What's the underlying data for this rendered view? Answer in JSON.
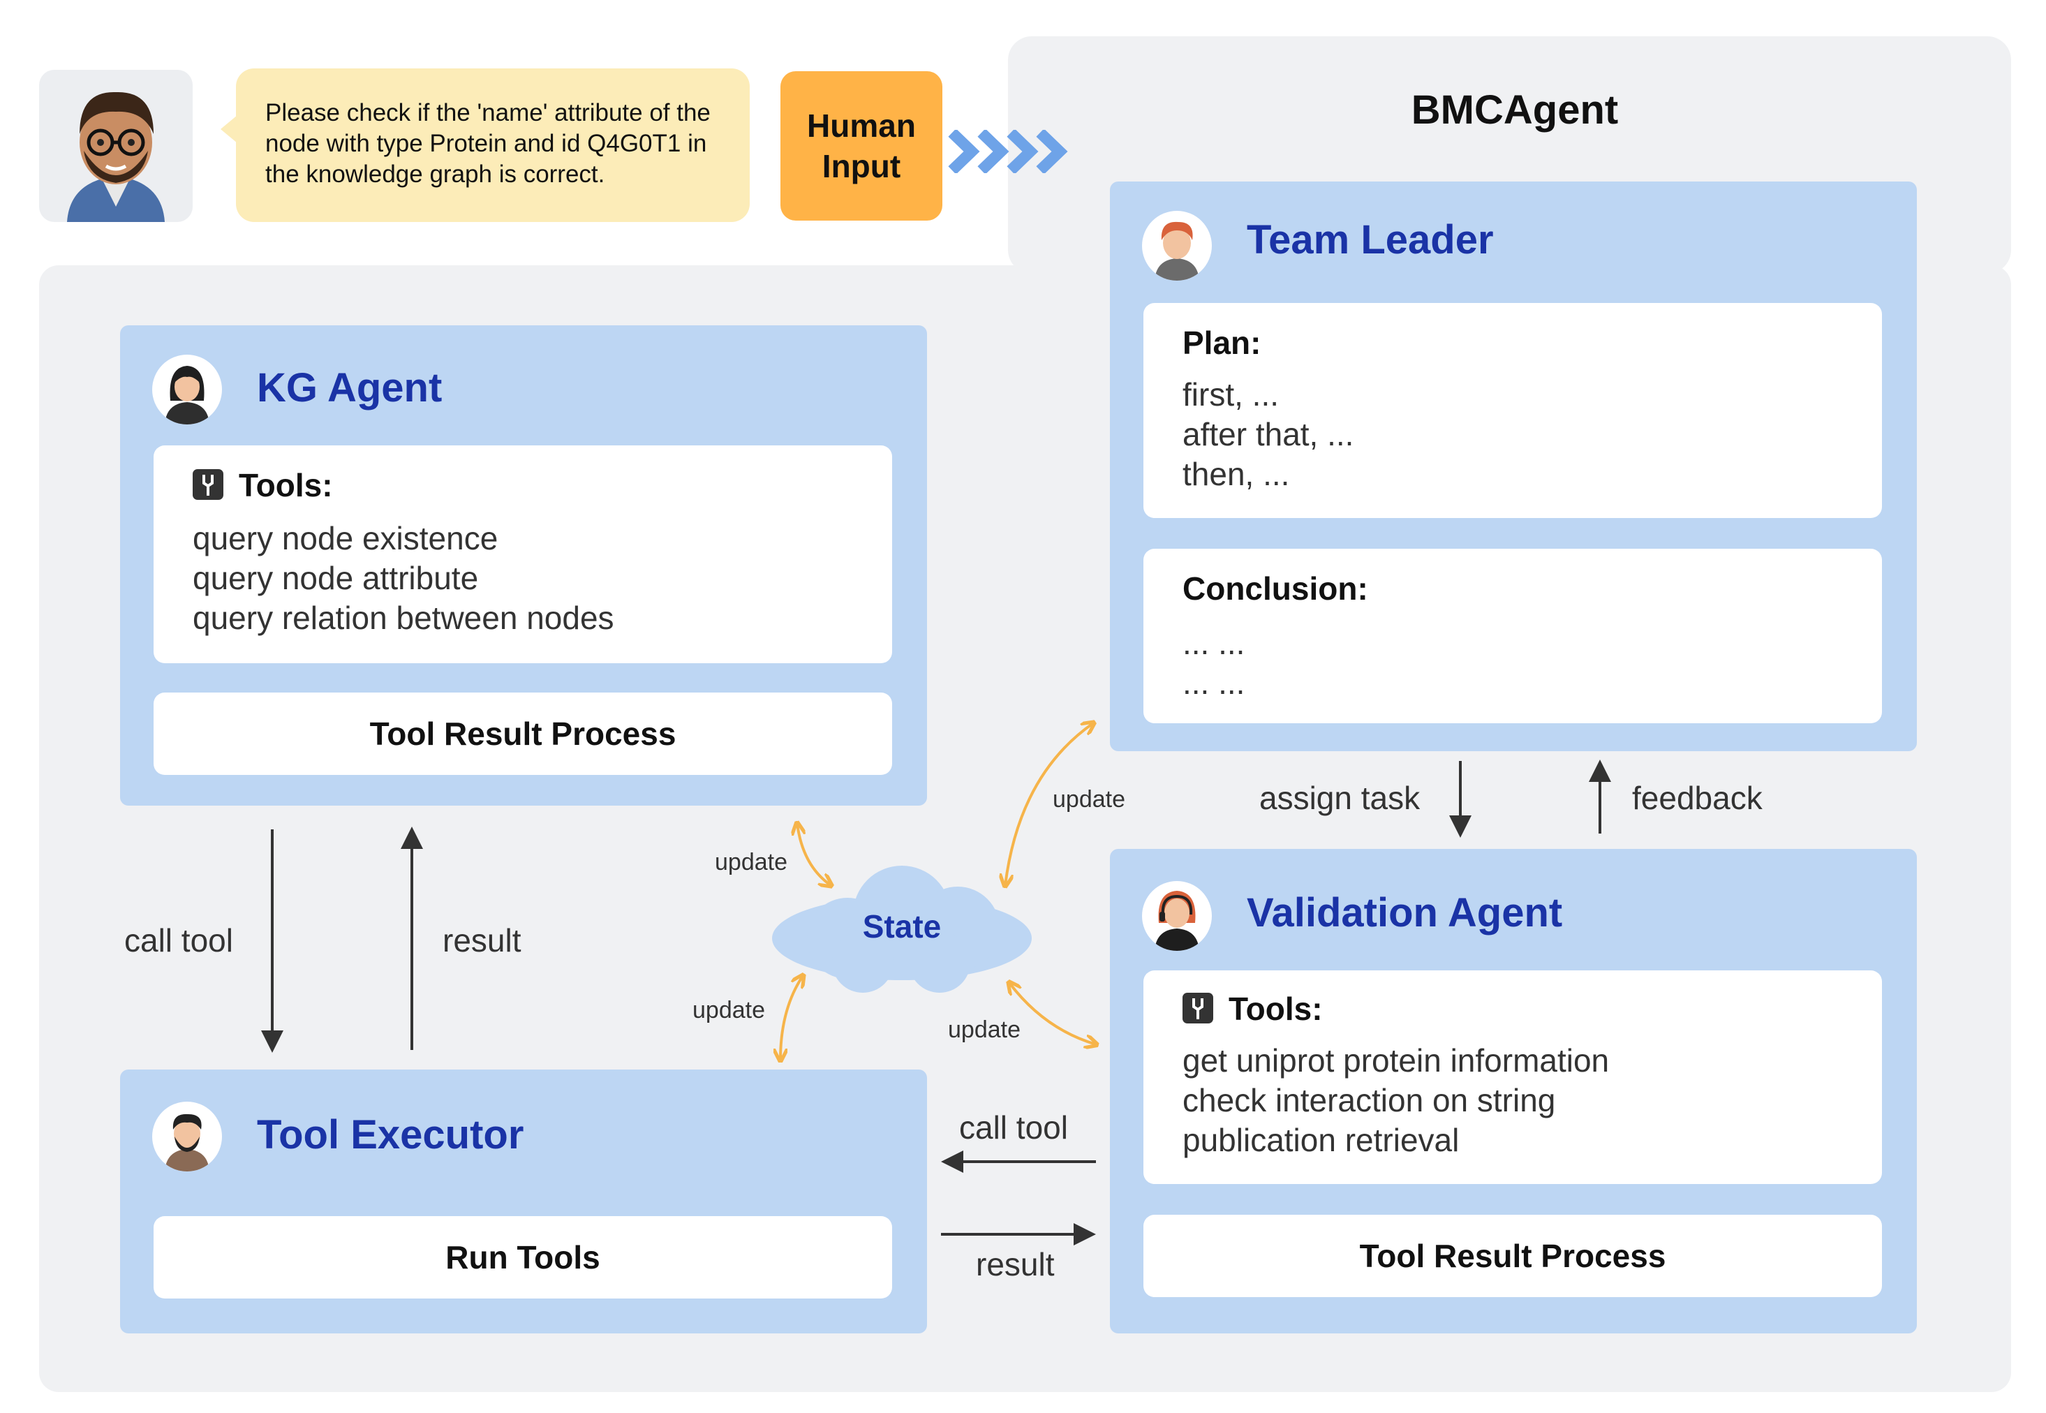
{
  "system": {
    "title": "BMCAgent"
  },
  "human": {
    "message": "Please check if the 'name' attribute of the node with type Protein and id Q4G0T1 in the knowledge graph is correct.",
    "message_lines": [
      "Please check if the 'name' attribute of the",
      "node with type Protein and id Q4G0T1 in",
      "the knowledge graph is correct."
    ],
    "input_label_lines": [
      "Human",
      "Input"
    ]
  },
  "kg_agent": {
    "title": "KG Agent",
    "tools_heading": "Tools:",
    "tools": [
      "query node existence",
      "query node attribute",
      "query relation between nodes"
    ],
    "process_label": "Tool Result Process"
  },
  "tool_executor": {
    "title": "Tool Executor",
    "run_label": "Run Tools"
  },
  "team_leader": {
    "title": "Team Leader",
    "plan_heading": "Plan:",
    "plan_steps": [
      "first, ...",
      "after that, ...",
      "then, ..."
    ],
    "conclusion_heading": "Conclusion:",
    "conclusion_lines": [
      "... ...",
      "... ..."
    ]
  },
  "validation_agent": {
    "title": "Validation Agent",
    "tools_heading": "Tools:",
    "tools": [
      "get uniprot protein information",
      "check interaction on string",
      "publication retrieval"
    ],
    "process_label": "Tool Result Process"
  },
  "state": {
    "label": "State"
  },
  "edges": {
    "kg_call_tool": "call tool",
    "kg_result": "result",
    "va_call_tool": "call tool",
    "va_result": "result",
    "assign_task": "assign task",
    "feedback": "feedback",
    "update_kg": "update",
    "update_executor": "update",
    "update_leader": "update",
    "update_validation": "update"
  },
  "colors": {
    "panel": "#bdd6f3",
    "title_blue": "#1a33a6",
    "human_input": "#ffb347",
    "message_bg": "#fcecb8",
    "update_arrow": "#f6b44a",
    "chevron": "#6ea3e8"
  }
}
